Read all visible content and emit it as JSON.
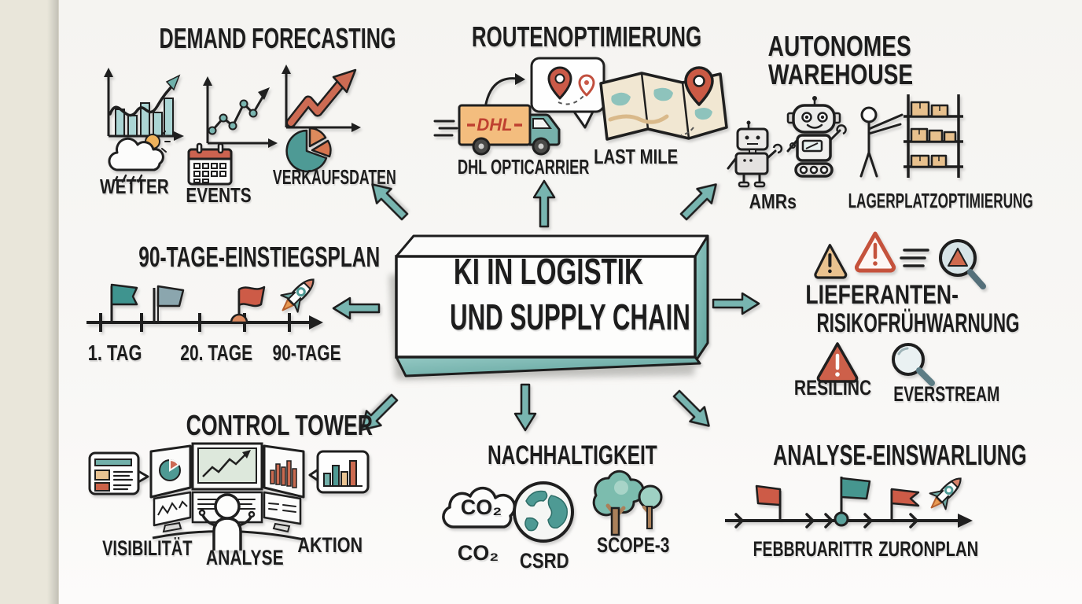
{
  "center": {
    "title_line1": "KI IN LOGISTIK",
    "title_line2": "UND SUPPLY CHAIN"
  },
  "sections": {
    "demand_forecasting": {
      "title": "DEMAND FORECASTING",
      "items": {
        "wetter": "WETTER",
        "events": "EVENTS",
        "verkaufsdaten": "VERKAUFSDATEN"
      },
      "icons": [
        "bar-line-chart",
        "dot-line-chart",
        "trend-arrow-chart",
        "weather-cloud-sun",
        "calendar",
        "pie-chart"
      ]
    },
    "routenoptimierung": {
      "title": "ROUTENOPTIMIERUNG",
      "truck_logo": "DHL",
      "items": {
        "carrier": "DHL OPTICARRIER",
        "last_mile": "LAST MILE"
      },
      "icons": [
        "delivery-truck",
        "map-pins-bubble",
        "folded-map-pin"
      ]
    },
    "autonomes_warehouse": {
      "title_line1": "AUTONOMES",
      "title_line2": "WAREHOUSE",
      "items": {
        "amrs": "AMRs",
        "lagerplatz": "LAGERPLATZOPTIMIERUNG"
      },
      "icons": [
        "small-robot",
        "big-robot",
        "worker-shelf-rack"
      ]
    },
    "einstiegsplan": {
      "title": "90-TAGE-EINSTIEGSPLAN",
      "milestones": [
        "1. TAG",
        "20. TAGE",
        "90-TAGE"
      ],
      "icons": [
        "teal-flag",
        "gray-flag",
        "red-flag",
        "rocket",
        "timeline-arrow"
      ]
    },
    "risikofruehwarnung": {
      "title_line1": "LIEFERANTEN-",
      "title_line2": "RISIKOFRÜHWARNUNG",
      "items": {
        "resilinc": "RESILINC",
        "everstream": "EVERSTREAM"
      },
      "icons": [
        "warning-triangle-tan",
        "warning-triangle-red",
        "list-lines",
        "magnifier-alert",
        "warning-triangle-solid",
        "magnifier"
      ]
    },
    "control_tower": {
      "title": "CONTROL TOWER",
      "items": {
        "visibilitaet": "VISIBILITÄT",
        "analyse": "ANALYSE",
        "aktion": "AKTION"
      },
      "icons": [
        "document-bubble",
        "monitor-wall-operator",
        "bar-chart-bubble"
      ]
    },
    "nachhaltigkeit": {
      "title": "NACHHALTIGKEIT",
      "cloud_text": "CO₂",
      "items": {
        "co2": "CO₂",
        "csrd": "CSRD",
        "scope3": "SCOPE-3"
      },
      "icons": [
        "co2-cloud",
        "globe",
        "trees"
      ]
    },
    "analyse_einswarliung": {
      "title": "ANALYSE-EINSWARLIUNG",
      "milestones": [
        "FEBBRUARITTR",
        "ZURONPLAN"
      ],
      "icons": [
        "red-flag",
        "teal-flag-marker",
        "red-pennant",
        "rocket",
        "timeline-arrow"
      ]
    }
  },
  "colors": {
    "teal": "#74b2ac",
    "teal_dark": "#4e9a94",
    "teal_light": "#a9d3d2",
    "salmon": "#cd6a52",
    "red": "#c5523c",
    "tan": "#e9c392",
    "ink": "#1f1f1f",
    "paper": "#f8f7f4",
    "wall": "#e9e6da"
  }
}
